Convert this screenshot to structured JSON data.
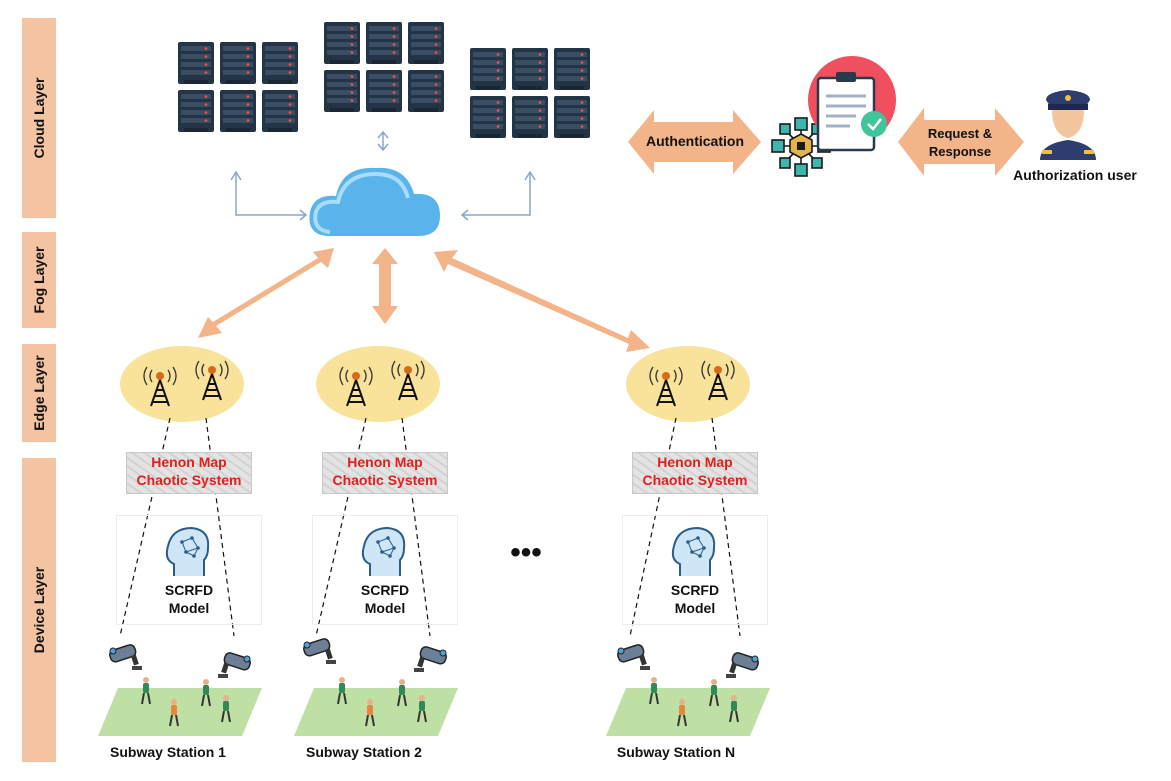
{
  "layers": [
    {
      "label": "Cloud Layer"
    },
    {
      "label": "Fog Layer"
    },
    {
      "label": "Edge Layer"
    },
    {
      "label": "Device Layer"
    }
  ],
  "cloud": {
    "authentication_label": "Authentication",
    "request_label_line1": "Request &",
    "request_label_line2": "Response",
    "user_label": "Authorization user"
  },
  "stations": [
    {
      "henon_line1": "Henon Map",
      "henon_line2": "Chaotic System",
      "model_line1": "SCRFD",
      "model_line2": "Model",
      "label": "Subway Station 1"
    },
    {
      "henon_line1": "Henon Map",
      "henon_line2": "Chaotic System",
      "model_line1": "SCRFD",
      "model_line2": "Model",
      "label": "Subway Station 2"
    },
    {
      "henon_line1": "Henon Map",
      "henon_line2": "Chaotic System",
      "model_line1": "SCRFD",
      "model_line2": "Model",
      "label": "Subway Station N"
    }
  ],
  "ellipsis": "•••",
  "colors": {
    "layer_band": "#f3c3a2",
    "arrow": "#f2b488",
    "henon_text": "#e0201e",
    "edge_ellipse": "#f9e29a",
    "ground": "#bfe0a4",
    "server": "#243447",
    "cloud_blue": "#5ab4ec"
  }
}
